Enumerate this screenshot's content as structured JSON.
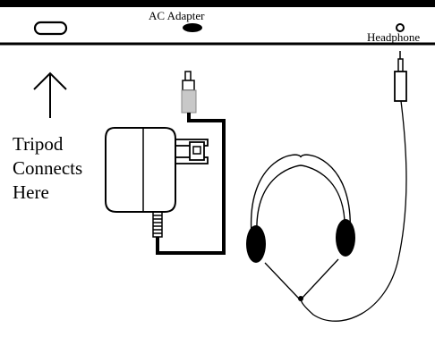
{
  "labels": {
    "ac_adapter": "AC Adapter",
    "headphone": "Headphone",
    "tripod_line1": "Tripod",
    "tripod_line2": "Connects",
    "tripod_line3": "Here"
  },
  "colors": {
    "ink": "#000000",
    "paper": "#ffffff",
    "plug_tip": "#c8c8c8",
    "earpiece": "#000000"
  },
  "icons": {
    "tripod_arrow": "up-arrow-icon",
    "tripod_mount": "oval-slot-icon",
    "adapter_port": "filled-oval-port-icon",
    "headphone_jack": "circle-jack-icon"
  }
}
